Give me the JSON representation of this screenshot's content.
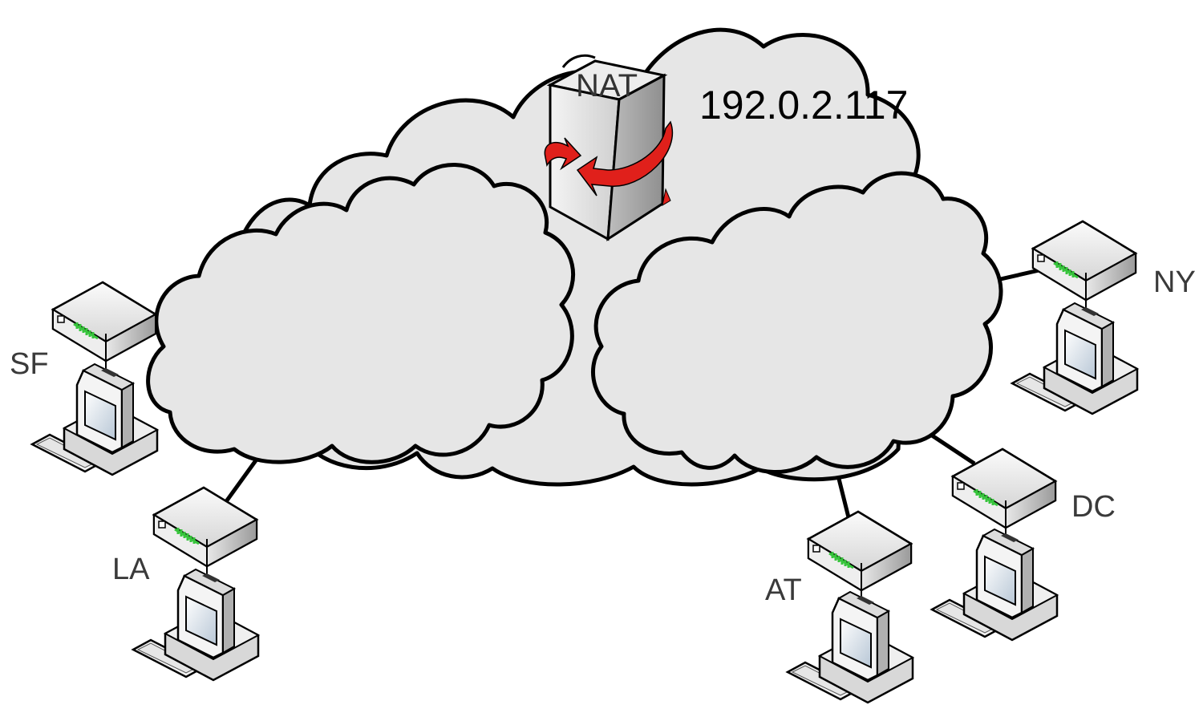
{
  "nat": {
    "label": "NAT",
    "ip": "192.0.2.117"
  },
  "sites": [
    {
      "id": "sf",
      "label": "SF"
    },
    {
      "id": "la",
      "label": "LA"
    },
    {
      "id": "ny",
      "label": "NY"
    },
    {
      "id": "dc",
      "label": "DC"
    },
    {
      "id": "at",
      "label": "AT"
    }
  ],
  "colors": {
    "cloud_fill": "#e6e6e6",
    "nat_arrow": "#e0201b",
    "router_led": "#37c43c",
    "device_face": "#f2f2f2"
  },
  "icons": [
    "cloud-icon",
    "nat-server-icon",
    "router-icon",
    "computer-icon"
  ]
}
